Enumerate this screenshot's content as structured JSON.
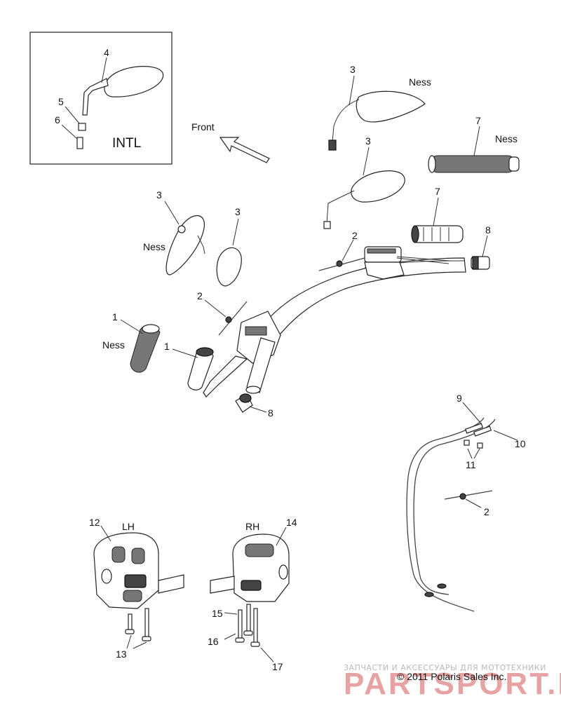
{
  "inset": {
    "title": "INTL"
  },
  "direction": {
    "label": "Front"
  },
  "callouts": [
    {
      "key": "c-4",
      "number": "4"
    },
    {
      "key": "c-5",
      "number": "5"
    },
    {
      "key": "c-6",
      "number": "6"
    },
    {
      "key": "c-3a",
      "number": "3"
    },
    {
      "key": "c-3b",
      "number": "3"
    },
    {
      "key": "c-3c",
      "number": "3"
    },
    {
      "key": "c-3d",
      "number": "3"
    },
    {
      "key": "c-7a",
      "number": "7"
    },
    {
      "key": "c-7b",
      "number": "7"
    },
    {
      "key": "c-2a",
      "number": "2"
    },
    {
      "key": "c-2b",
      "number": "2"
    },
    {
      "key": "c-2c",
      "number": "2"
    },
    {
      "key": "c-8a",
      "number": "8"
    },
    {
      "key": "c-8b",
      "number": "8"
    },
    {
      "key": "c-1a",
      "number": "1"
    },
    {
      "key": "c-1b",
      "number": "1"
    },
    {
      "key": "c-9",
      "number": "9"
    },
    {
      "key": "c-10",
      "number": "10"
    },
    {
      "key": "c-11",
      "number": "11"
    },
    {
      "key": "c-12",
      "number": "12"
    },
    {
      "key": "c-13",
      "number": "13"
    },
    {
      "key": "c-14",
      "number": "14"
    },
    {
      "key": "c-15",
      "number": "15"
    },
    {
      "key": "c-16",
      "number": "16"
    },
    {
      "key": "c-17",
      "number": "17"
    }
  ],
  "brand_tags": [
    "Ness",
    "Ness",
    "Ness",
    "Ness"
  ],
  "sides": {
    "left": "LH",
    "right": "RH"
  },
  "copyright": "© 2011 Polaris Sales Inc.",
  "watermark": {
    "tagline": "ЗАПЧАСТИ И АКСЕССУАРЫ ДЛЯ МОТОТЕХНИКИ",
    "site": "PARTSPORT.RU"
  },
  "colors": {
    "ink": "#222222",
    "watermark": "#e7a3a3"
  }
}
